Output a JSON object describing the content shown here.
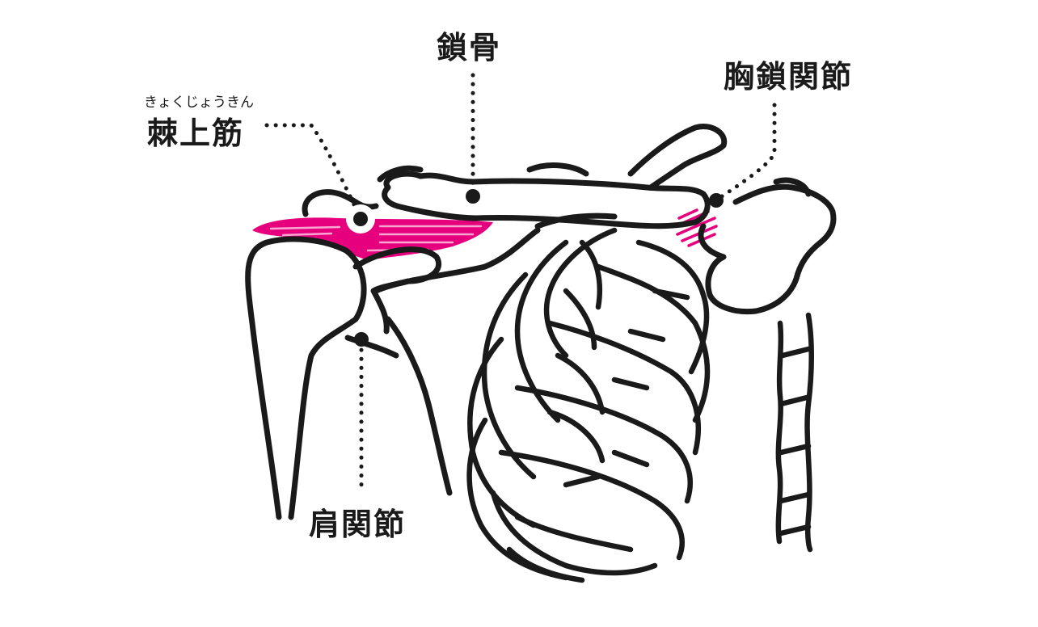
{
  "labels": {
    "clavicle": "鎖骨",
    "sternoclavicular_joint": "胸鎖関節",
    "supraspinatus_reading": "きょくじょうきん",
    "supraspinatus": "棘上筋",
    "shoulder_joint": "肩関節"
  },
  "colors": {
    "line": "#1a1a1a",
    "highlight": "#e6007e"
  }
}
